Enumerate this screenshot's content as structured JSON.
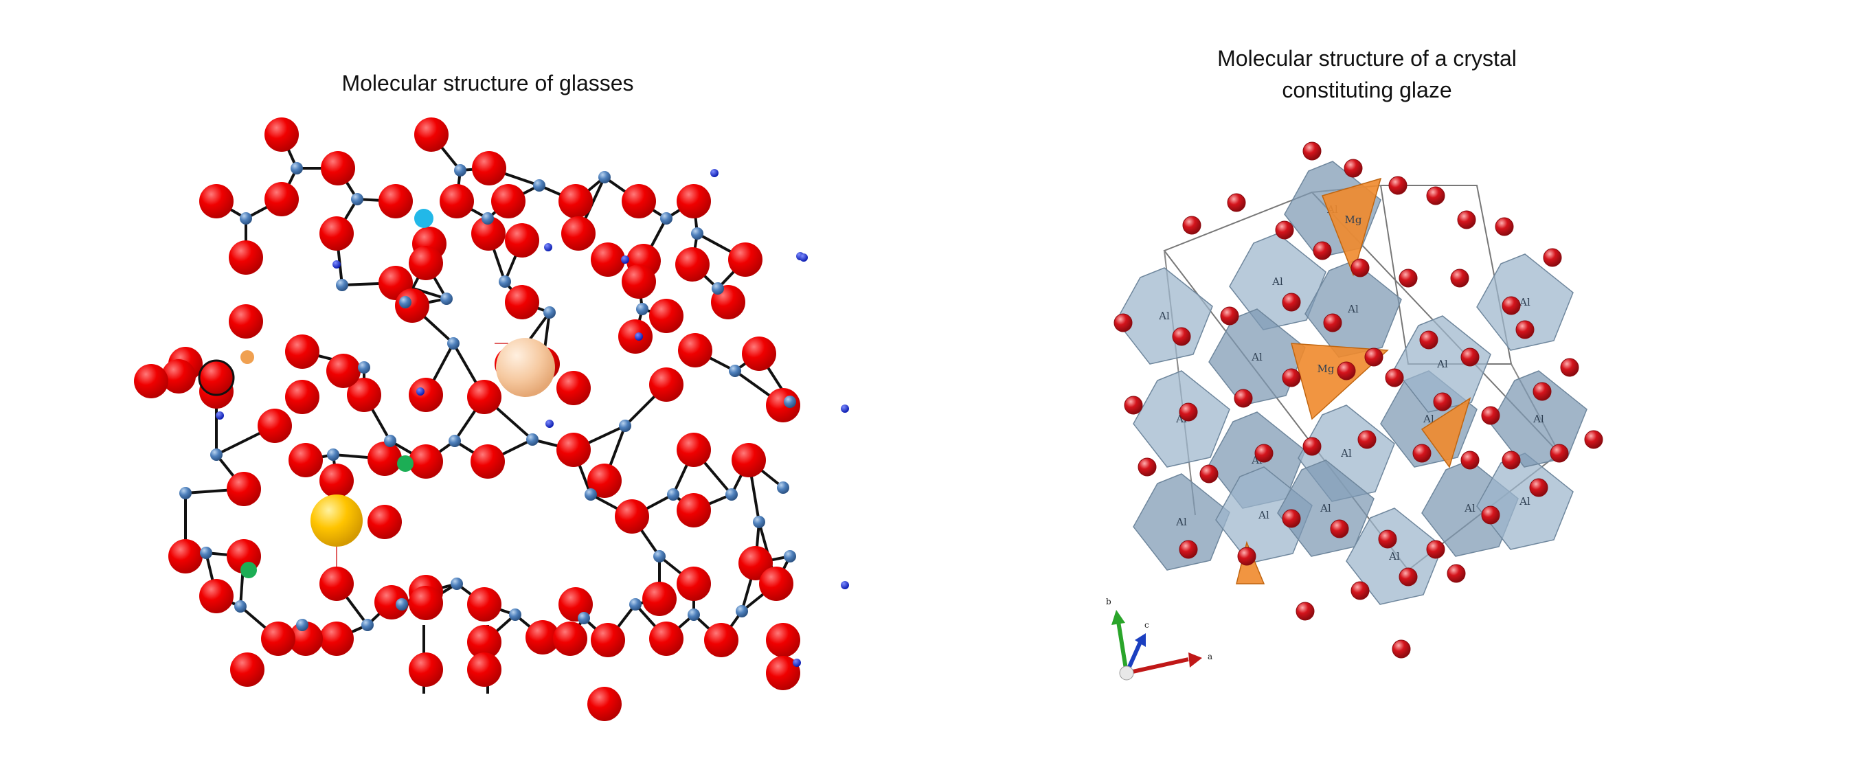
{
  "left_panel": {
    "title": "Molecular structure of glasses"
  },
  "right_panel": {
    "title_line1": "Molecular structure of a crystal",
    "title_line2": "constituting glaze",
    "labels": {
      "al": "Al",
      "mg": "Mg"
    },
    "axes": {
      "a": "a",
      "b": "b",
      "c": "c"
    }
  },
  "colors": {
    "oxygen": "#f00000",
    "silicon": "#4f81bd",
    "bond": "#111111",
    "small_cation": "#1a2fd6",
    "cyan_atom": "#22b8e8",
    "green_atom": "#1cae55",
    "large_yellow": "#ffc400",
    "large_peach": "#f6c9a0",
    "orange_small": "#f0a050",
    "al_octahedron": "#9db5cc",
    "mg_tetrahedron": "#ef8a2c",
    "crystal_oxygen": "#c5161d"
  }
}
